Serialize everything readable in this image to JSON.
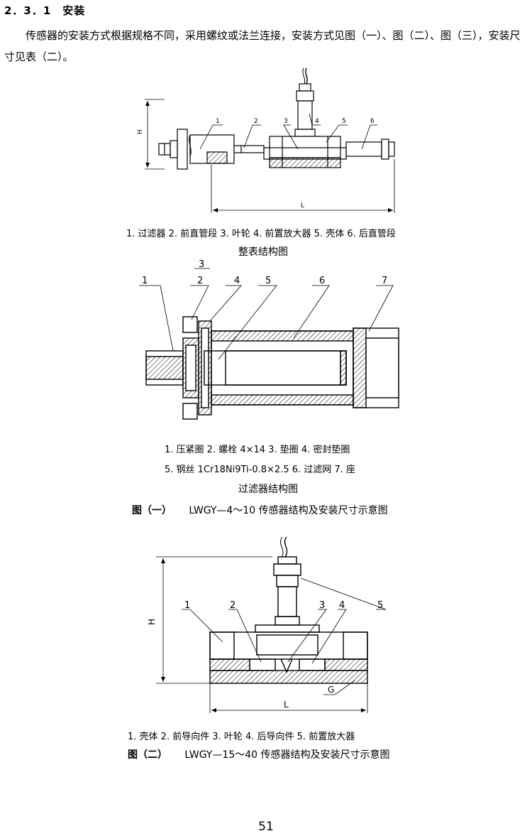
{
  "section": {
    "heading": "2．3．1　安装",
    "paragraph": "传感器的安装方式根据规格不同，采用螺纹或法兰连接，安装方式见图（一）、图（二）、图（三），安装尺寸见表（二）。"
  },
  "figure1": {
    "whole_meter": {
      "part_numbers": [
        "1",
        "2",
        "3",
        "4",
        "5",
        "6"
      ],
      "dim_height": "H",
      "dim_length": "L",
      "caption": "1. 过滤器  2. 前直管段  3. 叶轮  4. 前置放大器  5. 壳体  6. 后直管段",
      "title": "整表结构图"
    },
    "filter": {
      "part_numbers": [
        "1",
        "2",
        "3",
        "4",
        "5",
        "6",
        "7"
      ],
      "caption_line1": "1. 压紧圈   2. 螺栓 4×14   3. 垫圈   4. 密封垫圈",
      "caption_line2": "5. 钢丝 1Cr18Ni9Ti-0.8×2.5   6. 过滤网   7. 座",
      "title": "过滤器结构图"
    },
    "label": "图（一）",
    "title": "LWGY—4～10 传感器结构及安装尺寸示意图"
  },
  "figure2": {
    "part_numbers": [
      "1",
      "2",
      "3",
      "4",
      "5"
    ],
    "dim_height": "H",
    "dim_length": "L",
    "dim_thread": "G",
    "caption": "1. 壳体  2. 前导向件  3. 叶轮  4. 后导向件  5. 前置放大器",
    "label": "图（二）",
    "title": "LWGY—15～40 传感器结构及安装尺寸示意图"
  },
  "page_number": "51"
}
